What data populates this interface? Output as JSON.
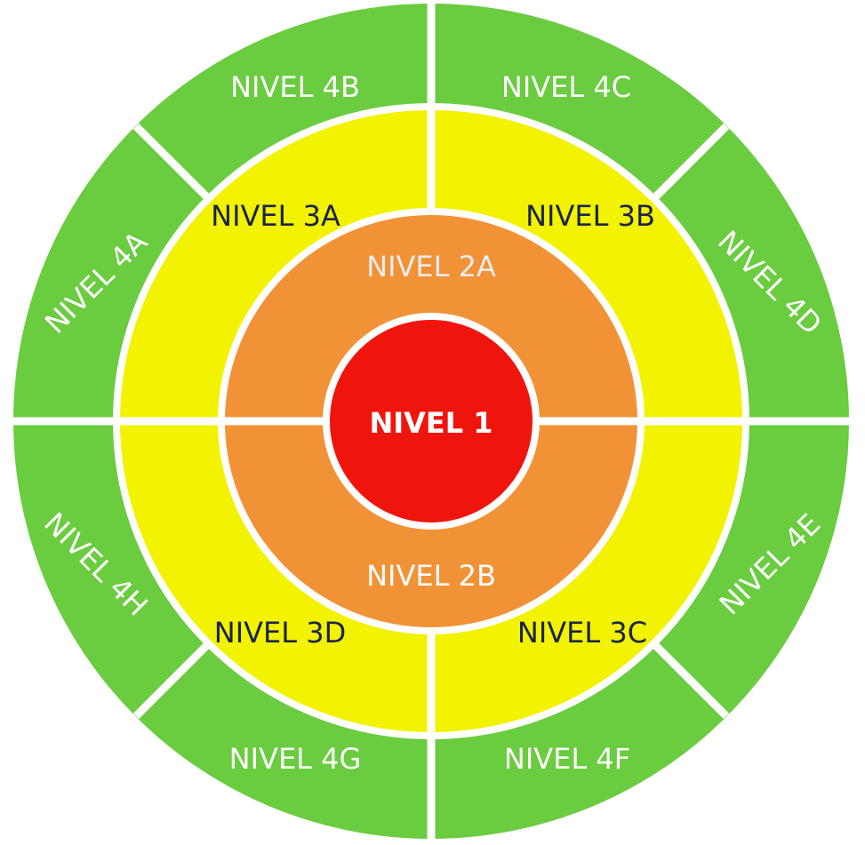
{
  "colors": {
    "ring4": "#6acc3f",
    "ring3": "#f2f201",
    "ring2": "#f29236",
    "core": "#f0150c",
    "separator": "#ffffff",
    "text_dark": "#1a2450",
    "text_light": "#ffffff",
    "text_muted": "#ececec"
  },
  "levels": {
    "core": {
      "label": "NIVEL 1"
    },
    "ring2": [
      {
        "label": "NIVEL 2A"
      },
      {
        "label": "NIVEL 2B"
      }
    ],
    "ring3": [
      {
        "label": "NIVEL 3A"
      },
      {
        "label": "NIVEL 3B"
      },
      {
        "label": "NIVEL 3C"
      },
      {
        "label": "NIVEL 3D"
      }
    ],
    "ring4": [
      {
        "label": "NIVEL 4A"
      },
      {
        "label": "NIVEL 4B"
      },
      {
        "label": "NIVEL 4C"
      },
      {
        "label": "NIVEL 4D"
      },
      {
        "label": "NIVEL 4E"
      },
      {
        "label": "NIVEL 4F"
      },
      {
        "label": "NIVEL 4G"
      },
      {
        "label": "NIVEL 4H"
      }
    ]
  }
}
